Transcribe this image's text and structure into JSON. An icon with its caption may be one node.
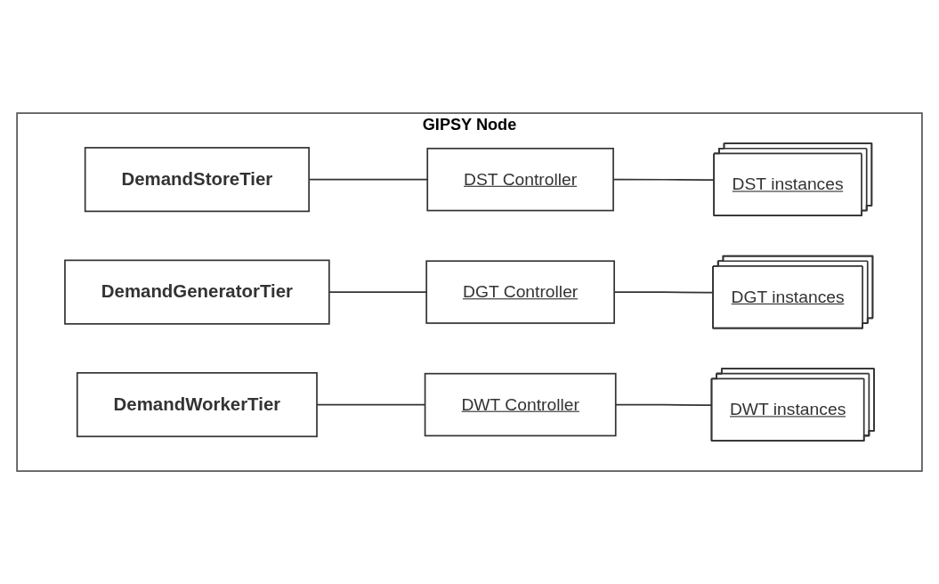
{
  "diagram": {
    "nodes": [
      {
        "text": [
          "GIPSY Node"
        ]
      },
      {
        "text": [
          "DemandStoreTier"
        ],
        "in": 0
      },
      {
        "text": [
          "DST Controller"
        ],
        "in": 0
      },
      {
        "text": [
          "DST instances"
        ],
        "in": 0
      },
      {
        "text": [
          "DemandGeneratorTier"
        ],
        "in": 0
      },
      {
        "text": [
          "DGT Controller"
        ],
        "in": 0
      },
      {
        "text": [
          "DGT instances"
        ],
        "in": 0
      },
      {
        "text": [
          "DemandWorkerTier"
        ],
        "in": 0
      },
      {
        "text": [
          "DWT Controller"
        ],
        "in": 0
      },
      {
        "text": [
          "DWT instances"
        ],
        "in": 0
      }
    ],
    "edges": [
      {
        "from": 1,
        "to": 2,
        "arrow": "none"
      },
      {
        "from": 2,
        "to": 3,
        "arrow": "none"
      },
      {
        "from": 4,
        "to": 5,
        "arrow": "none"
      },
      {
        "from": 5,
        "to": 6,
        "arrow": "none"
      },
      {
        "from": 7,
        "to": 8,
        "arrow": "none"
      },
      {
        "from": 8,
        "to": 9,
        "arrow": "none"
      }
    ]
  }
}
